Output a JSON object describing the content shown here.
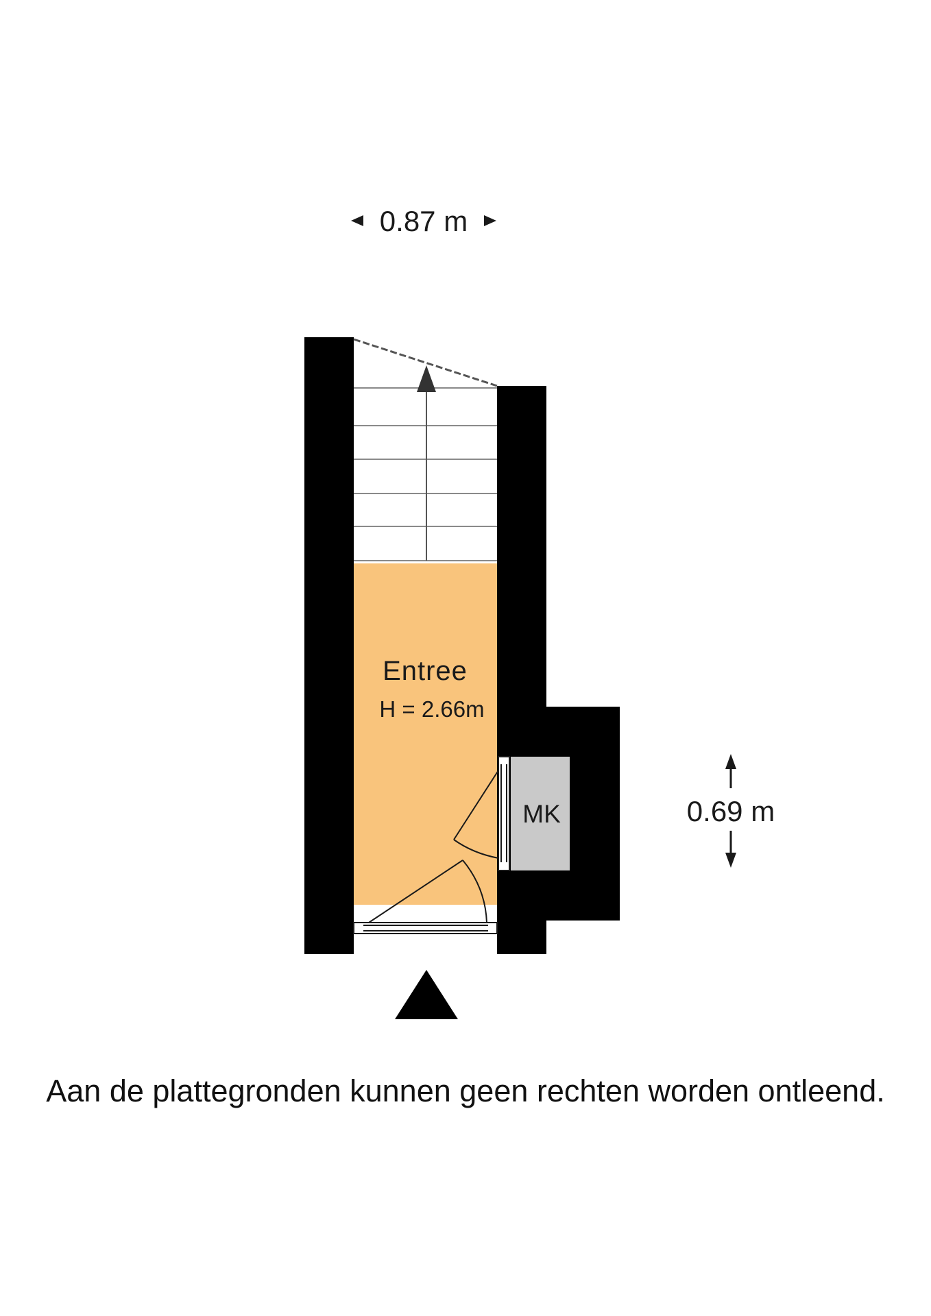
{
  "floorplan": {
    "width_dimension": "0.87 m",
    "depth_dimension": "0.69 m",
    "rooms": [
      {
        "name": "Entree",
        "height_label": "H = 2.66m",
        "color": "#f9c47c"
      },
      {
        "name": "MK",
        "color": "#c9c9c9"
      }
    ],
    "wall_color": "#000000",
    "stairs": {
      "steps": 6,
      "direction": "up"
    }
  },
  "disclaimer": "Aan de plattegronden kunnen geen rechten worden ontleend."
}
